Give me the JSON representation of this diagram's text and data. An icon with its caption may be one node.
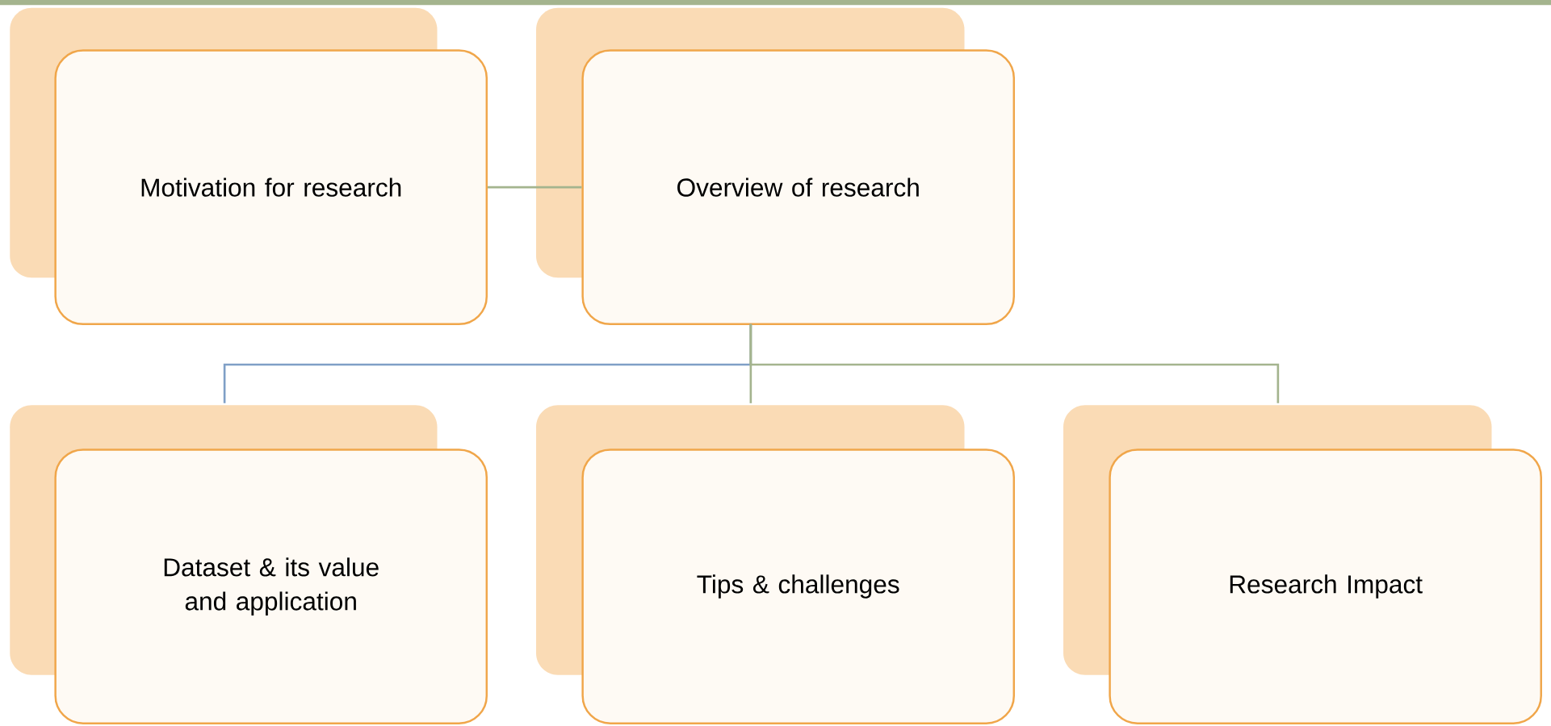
{
  "diagram": {
    "nodes": [
      {
        "text": [
          "Motivation for research"
        ]
      },
      {
        "text": [
          "Overview of research"
        ]
      },
      {
        "text": [
          "Dataset & its value and application"
        ]
      },
      {
        "text": [
          "Tips & challenges"
        ]
      },
      {
        "text": [
          "Research Impact"
        ]
      }
    ],
    "edges": [
      {
        "from": 0,
        "to": 1,
        "arrow": "none"
      },
      {
        "from": 1,
        "to": 2,
        "arrow": "none",
        "color": "#7f9fc6"
      },
      {
        "from": 1,
        "to": 3,
        "arrow": "none"
      },
      {
        "from": 1,
        "to": 4,
        "arrow": "none"
      }
    ]
  }
}
